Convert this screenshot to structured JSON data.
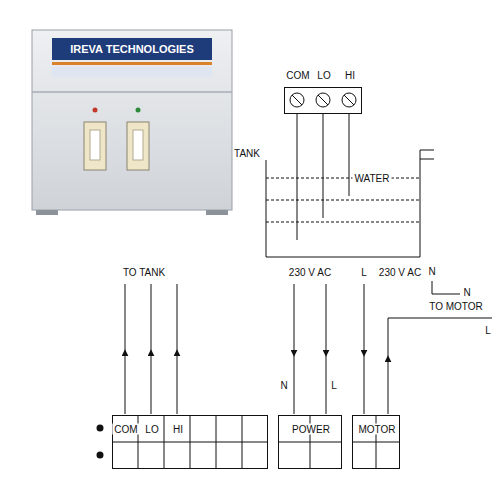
{
  "diagram": {
    "nodes": [
      {
        "text": [
          "IREVA TECHNOLOGIES"
        ]
      },
      {
        "text": [
          "COM",
          "LO",
          "HI"
        ]
      },
      {
        "text": [
          "TANK",
          "WATER"
        ]
      },
      {
        "text": [
          "COM",
          "LO",
          "HI"
        ]
      },
      {
        "text": [
          "POWER"
        ]
      },
      {
        "text": [
          "MOTOR"
        ]
      }
    ],
    "labels": [
      "TO TANK",
      "230 V AC",
      "N",
      "L",
      "L",
      "230 V AC",
      "N",
      "N",
      "TO MOTOR",
      "L"
    ]
  }
}
